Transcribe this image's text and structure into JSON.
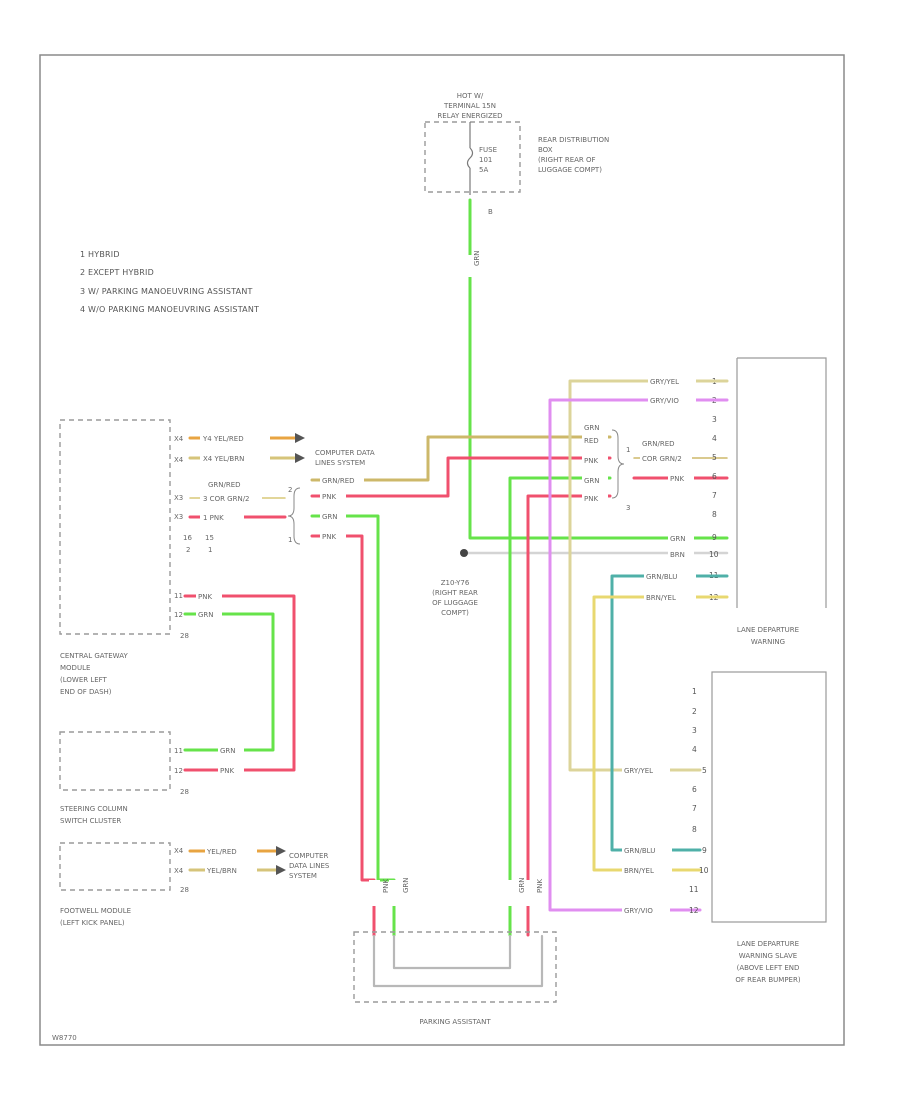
{
  "notes": {
    "n1": "1   HYBRID",
    "n2": "2   EXCEPT HYBRID",
    "n3": "3   W/ PARKING MANOEUVRING ASSISTANT",
    "n4": "4   W/O PARKING MANOEUVRING ASSISTANT"
  },
  "fuse": {
    "hot": "HOT W/",
    "terminal": "TERMINAL 15N",
    "relay": "RELAY ENERGIZED",
    "fuse_name": "FUSE",
    "fuse_num": "101",
    "fuse_amp": "5A",
    "pin": "B",
    "box1": "REAR DISTRIBUTION",
    "box2": "BOX",
    "box3": "(RIGHT REAR OF",
    "box4": "LUGGAGE COMPT)"
  },
  "gateway": {
    "name1": "CENTRAL GATEWAY",
    "name2": "MODULE",
    "name3": "(LOWER LEFT",
    "name4": "END OF DASH)",
    "p_a": "X4",
    "p_b": "X4",
    "p_c": "X3",
    "p_d": "X3",
    "w1": "Y4  YEL/RED",
    "w2": "X4  YEL/BRN",
    "w3a": "GRN/RED",
    "w3": "3   COR GRN/2",
    "w4": "1   PNK",
    "c1": "16",
    "c2": "15",
    "c3": "2",
    "c4": "1",
    "p5": "11",
    "p6": "12",
    "w5": "PNK",
    "w6": "GRN",
    "conn": "28"
  },
  "cdl": {
    "l1": "COMPUTER DATA",
    "l2": "LINES SYSTEM",
    "w_a": "GRN/RED",
    "w_b": "PNK",
    "w_c": "GRN",
    "w_d": "PNK",
    "n2": "2",
    "n1": "1"
  },
  "steering": {
    "name1": "STEERING COLUMN",
    "name2": "SWITCH CLUSTER",
    "p1": "11",
    "p2": "12",
    "w1": "GRN",
    "w2": "PNK",
    "conn": "28"
  },
  "footwell": {
    "name1": "FOOTWELL MODULE",
    "name2": "(LEFT KICK PANEL)",
    "p1": "X4",
    "p2": "X4",
    "w1": "YEL/RED",
    "w2": "YEL/BRN",
    "conn": "28",
    "cdl1": "COMPUTER",
    "cdl2": "DATA LINES",
    "cdl3": "SYSTEM"
  },
  "ground": {
    "l1": "Z10-Y76",
    "l2": "(RIGHT REAR",
    "l3": "OF LUGGAGE",
    "l4": "COMPT)"
  },
  "ldw": {
    "title1": "LANE DEPARTURE",
    "title2": "WARNING",
    "pins": [
      "1",
      "2",
      "3",
      "4",
      "5",
      "6",
      "7",
      "8",
      "9",
      "10",
      "11",
      "12"
    ],
    "w1": "GRY/YEL",
    "w2": "GRY/VIO",
    "w9": "GRN",
    "w10": "BRN",
    "w11": "GRN/BLU",
    "w12": "BRN/YEL",
    "sp1": "GRN",
    "sp2": "RED",
    "sp3": "PNK",
    "sp4": "GRN",
    "sp5": "PNK",
    "r1": "GRN/RED",
    "r2": "COR GRN/2",
    "r3": "PNK",
    "n1": "1",
    "n3": "3"
  },
  "ldw_slave": {
    "title1": "LANE DEPARTURE",
    "title2": "WARNING SLAVE",
    "title3": "(ABOVE LEFT END",
    "title4": "OF REAR BUMPER)",
    "pins": [
      "1",
      "2",
      "3",
      "4",
      "5",
      "6",
      "7",
      "8",
      "9",
      "10",
      "11",
      "12"
    ],
    "w5": "GRY/YEL",
    "w9": "GRN/BLU",
    "w10": "BRN/YEL",
    "w12": "GRY/VIO"
  },
  "parking": {
    "name": "PARKING ASSISTANT",
    "w1": "PNK",
    "w2": "GRN",
    "w3": "GRN",
    "w4": "PNK"
  },
  "footer": {
    "code": "W8770"
  }
}
